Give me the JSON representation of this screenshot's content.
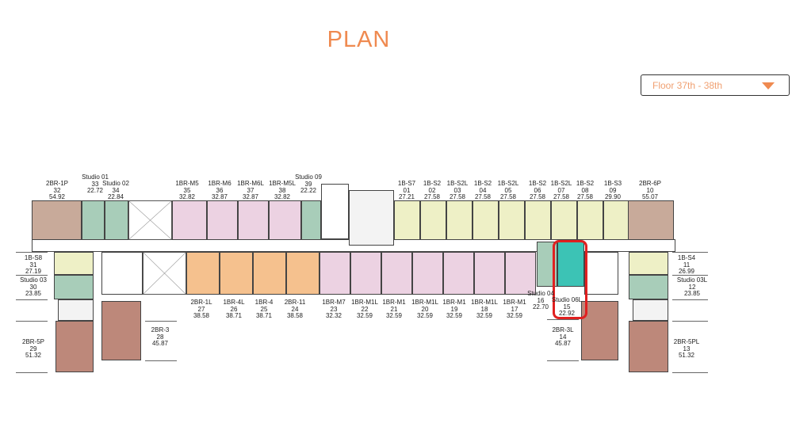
{
  "header": {
    "title": "PLAN"
  },
  "floor_select": {
    "value": "Floor 37th - 38th",
    "icon": "caret-down-icon"
  },
  "colors": {
    "accent": "#ef8a50",
    "tan": "#c8aa9a",
    "studio_green": "#a8cdb9",
    "pink": "#ecd2e2",
    "orange": "#f5c18e",
    "yellow": "#eef0c6",
    "red_brown": "#bd887a",
    "highlight_teal": "#3cc3b5",
    "highlight_outline": "#e02020"
  },
  "units": [
    {
      "name": "2BR-1P",
      "no": "32",
      "area": "54.92"
    },
    {
      "name": "Studio 01",
      "no": "33",
      "area": "22.72"
    },
    {
      "name": "Studio 02",
      "no": "34",
      "area": "22.84"
    },
    {
      "name": "1BR-M5",
      "no": "35",
      "area": "32.82"
    },
    {
      "name": "1BR-M6",
      "no": "36",
      "area": "32.87"
    },
    {
      "name": "1BR-M6L",
      "no": "37",
      "area": "32.87"
    },
    {
      "name": "1BR-M5L",
      "no": "38",
      "area": "32.82"
    },
    {
      "name": "Studio 09",
      "no": "39",
      "area": "22.22"
    },
    {
      "name": "1B-S7",
      "no": "01",
      "area": "27.21"
    },
    {
      "name": "1B-S2",
      "no": "02",
      "area": "27.58"
    },
    {
      "name": "1B-S2L",
      "no": "03",
      "area": "27.58"
    },
    {
      "name": "1B-S2",
      "no": "04",
      "area": "27.58"
    },
    {
      "name": "1B-S2L",
      "no": "05",
      "area": "27.58"
    },
    {
      "name": "1B-S2",
      "no": "06",
      "area": "27.58"
    },
    {
      "name": "1B-S2L",
      "no": "07",
      "area": "27.58"
    },
    {
      "name": "1B-S2",
      "no": "08",
      "area": "27.58"
    },
    {
      "name": "1B-S3",
      "no": "09",
      "area": "29.90"
    },
    {
      "name": "2BR-6P",
      "no": "10",
      "area": "55.07"
    },
    {
      "name": "1B-S4",
      "no": "11",
      "area": "26.99"
    },
    {
      "name": "Studio 03L",
      "no": "12",
      "area": "23.85"
    },
    {
      "name": "2BR-5PL",
      "no": "13",
      "area": "51.32"
    },
    {
      "name": "2BR-3L",
      "no": "14",
      "area": "45.87"
    },
    {
      "name": "Studio 06L",
      "no": "15",
      "area": "22.92"
    },
    {
      "name": "Studio 04",
      "no": "16",
      "area": "22.70"
    },
    {
      "name": "1BR-M1",
      "no": "17",
      "area": "32.59"
    },
    {
      "name": "1BR-M1L",
      "no": "18",
      "area": "32.59"
    },
    {
      "name": "1BR-M1",
      "no": "19",
      "area": "32.59"
    },
    {
      "name": "1BR-M1L",
      "no": "20",
      "area": "32.59"
    },
    {
      "name": "1BR-M1",
      "no": "21",
      "area": "32.59"
    },
    {
      "name": "1BR-M1L",
      "no": "22",
      "area": "32.59"
    },
    {
      "name": "1BR-M7",
      "no": "23",
      "area": "32.32"
    },
    {
      "name": "2BR-11",
      "no": "24",
      "area": "38.58"
    },
    {
      "name": "1BR-4",
      "no": "25",
      "area": "38.71"
    },
    {
      "name": "1BR-4L",
      "no": "26",
      "area": "38.71"
    },
    {
      "name": "2BR-1L",
      "no": "27",
      "area": "38.58"
    },
    {
      "name": "2BR-3",
      "no": "28",
      "area": "45.87"
    },
    {
      "name": "2BR-5P",
      "no": "29",
      "area": "51.32"
    },
    {
      "name": "Studio 03",
      "no": "30",
      "area": "23.85"
    },
    {
      "name": "1B-S8",
      "no": "31",
      "area": "27.19"
    }
  ]
}
